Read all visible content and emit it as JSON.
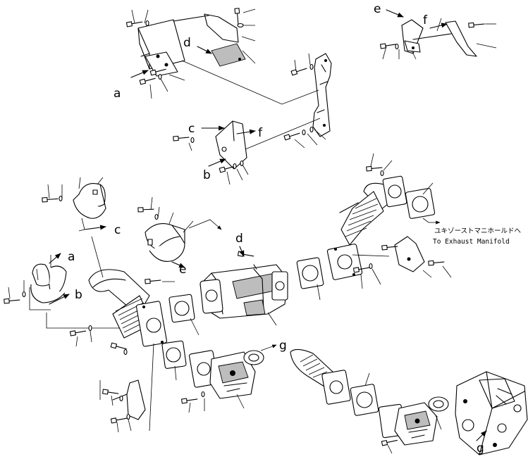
{
  "callouts": {
    "a_top": "a",
    "a_left": "a",
    "b_mid": "b",
    "b_left": "b",
    "c_mid": "c",
    "c_clamp": "c",
    "d_top": "d",
    "d_mid": "d",
    "e_top": "e",
    "e_mid": "e",
    "f_top": "f",
    "f_mid": "f",
    "g_mid": "g",
    "g_bottom": "g"
  },
  "note": {
    "jp": "ユキゾーストマニホールドへ",
    "en": "To Exhaust Manifold"
  }
}
